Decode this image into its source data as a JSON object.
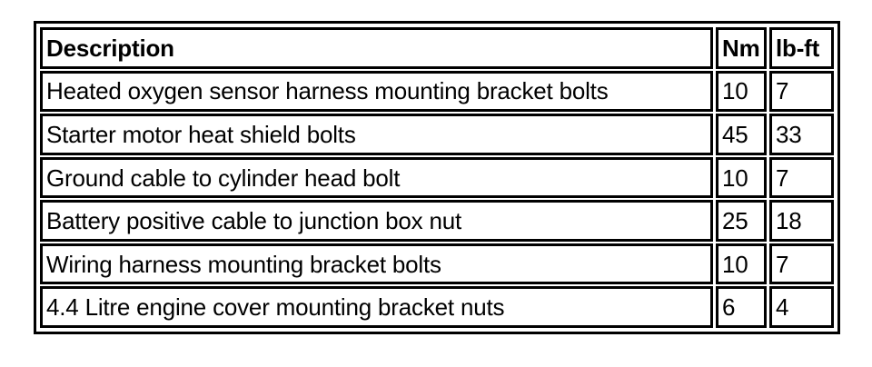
{
  "table": {
    "columns": [
      {
        "key": "description",
        "label": "Description"
      },
      {
        "key": "nm",
        "label": "Nm"
      },
      {
        "key": "lbft",
        "label": "lb-ft"
      }
    ],
    "rows": [
      {
        "description": "Heated oxygen sensor harness mounting bracket bolts",
        "nm": "10",
        "lbft": "7"
      },
      {
        "description": "Starter motor heat shield bolts",
        "nm": "45",
        "lbft": "33"
      },
      {
        "description": "Ground cable to cylinder head bolt",
        "nm": "10",
        "lbft": "7"
      },
      {
        "description": "Battery positive cable to junction box nut",
        "nm": "25",
        "lbft": "18"
      },
      {
        "description": "Wiring harness mounting bracket bolts",
        "nm": "10",
        "lbft": "7"
      },
      {
        "description": "4.4 Litre engine cover mounting bracket nuts",
        "nm": "6",
        "lbft": "4"
      }
    ]
  },
  "colors": {
    "background": "#ffffff",
    "border": "#000000",
    "text": "#000000"
  }
}
